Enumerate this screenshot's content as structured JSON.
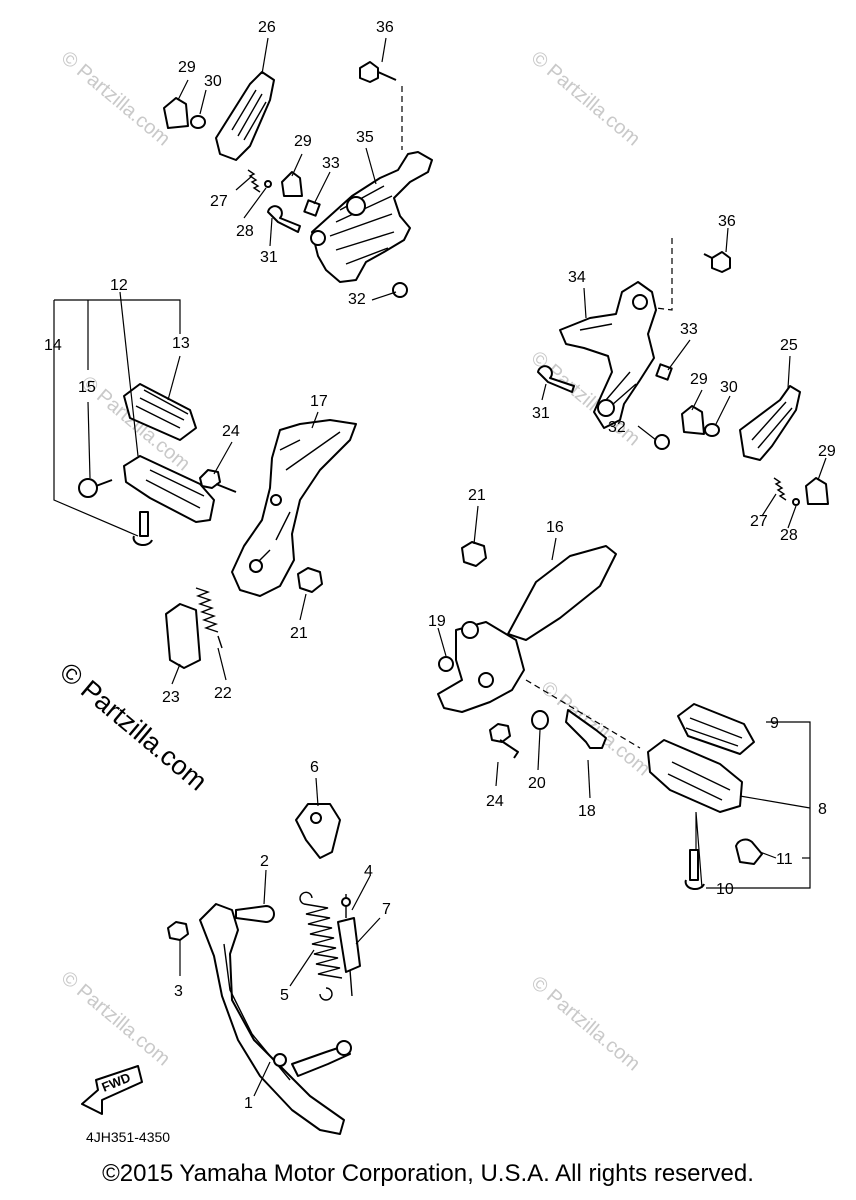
{
  "diagram_code": "4JH351-4350",
  "fwd_label": "FWD",
  "watermark": "© Partzilla.com",
  "watermark_small": "© Partzilla.com",
  "copyright": "©2015 Yamaha Motor Corporation, U.S.A. All rights reserved.",
  "callouts": [
    "1",
    "2",
    "3",
    "4",
    "5",
    "6",
    "7",
    "8",
    "9",
    "10",
    "11",
    "12",
    "13",
    "14",
    "15",
    "16",
    "17",
    "18",
    "19",
    "20",
    "21",
    "22",
    "23",
    "24",
    "25",
    "26",
    "27",
    "28",
    "29",
    "30",
    "31",
    "32",
    "33",
    "34",
    "35",
    "36"
  ],
  "callouts_repeat": {
    "n21b": "21",
    "n24b": "24",
    "n27b": "27",
    "n28b": "28",
    "n29b": "29",
    "n29c": "29",
    "n29d": "29",
    "n30b": "30",
    "n31b": "31",
    "n32b": "32",
    "n33b": "33",
    "n36b": "36"
  }
}
